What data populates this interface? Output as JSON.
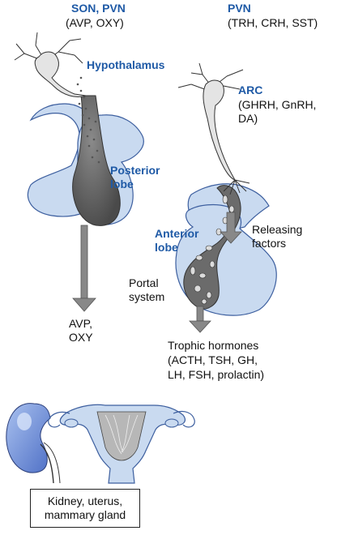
{
  "labels": {
    "son_pvn": "SON, PVN",
    "son_pvn_hormones": "(AVP, OXY)",
    "pvn": "PVN",
    "pvn_hormones": "(TRH, CRH, SST)",
    "hypothalamus": "Hypothalamus",
    "arc": "ARC",
    "arc_hormones_1": "(GHRH, GnRH,",
    "arc_hormones_2": "DA)",
    "posterior_1": "Posterior",
    "posterior_2": "lobe",
    "anterior_1": "Anterior",
    "anterior_2": "lobe",
    "releasing_1": "Releasing",
    "releasing_2": "factors",
    "portal_1": "Portal",
    "portal_2": "system",
    "avp_1": "AVP,",
    "avp_2": "OXY",
    "trophic_1": "Trophic hormones",
    "trophic_2": "(ACTH, TSH, GH,",
    "trophic_3": "LH, FSH, prolactin)",
    "targets_1": "Kidney, uterus,",
    "targets_2": "mammary gland"
  },
  "colors": {
    "label_blue": "#1f5aa6",
    "pituitary_fill": "#c9daf0",
    "neuron_fill": "#e4e4e4",
    "posterior_dark": "#6b6b6b",
    "arrow": "#888888",
    "kidney": "#6f8fd8"
  }
}
